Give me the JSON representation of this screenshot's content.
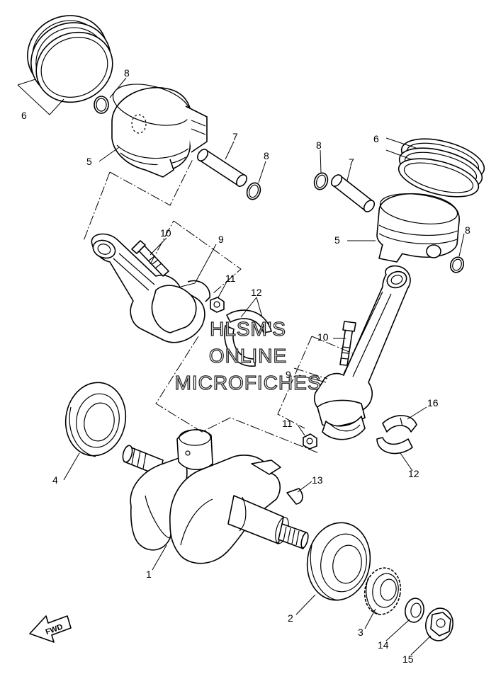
{
  "watermark": {
    "line1": "HLSM'S",
    "line2": "ONLINE",
    "line3": "MICROFICHES"
  },
  "fwd_label": "FWD",
  "callouts": {
    "c1": "1",
    "c2": "2",
    "c3": "3",
    "c4": "4",
    "c5a": "5",
    "c5b": "5",
    "c6a": "6",
    "c6b": "6",
    "c7a": "7",
    "c7b": "7",
    "c8a": "8",
    "c8b": "8",
    "c8c": "8",
    "c8d": "8",
    "c9a": "9",
    "c9b": "9",
    "c10a": "10",
    "c10b": "10",
    "c11a": "11",
    "c11b": "11",
    "c12a": "12",
    "c12b": "12",
    "c13": "13",
    "c14": "14",
    "c15": "15",
    "c16": "16"
  }
}
